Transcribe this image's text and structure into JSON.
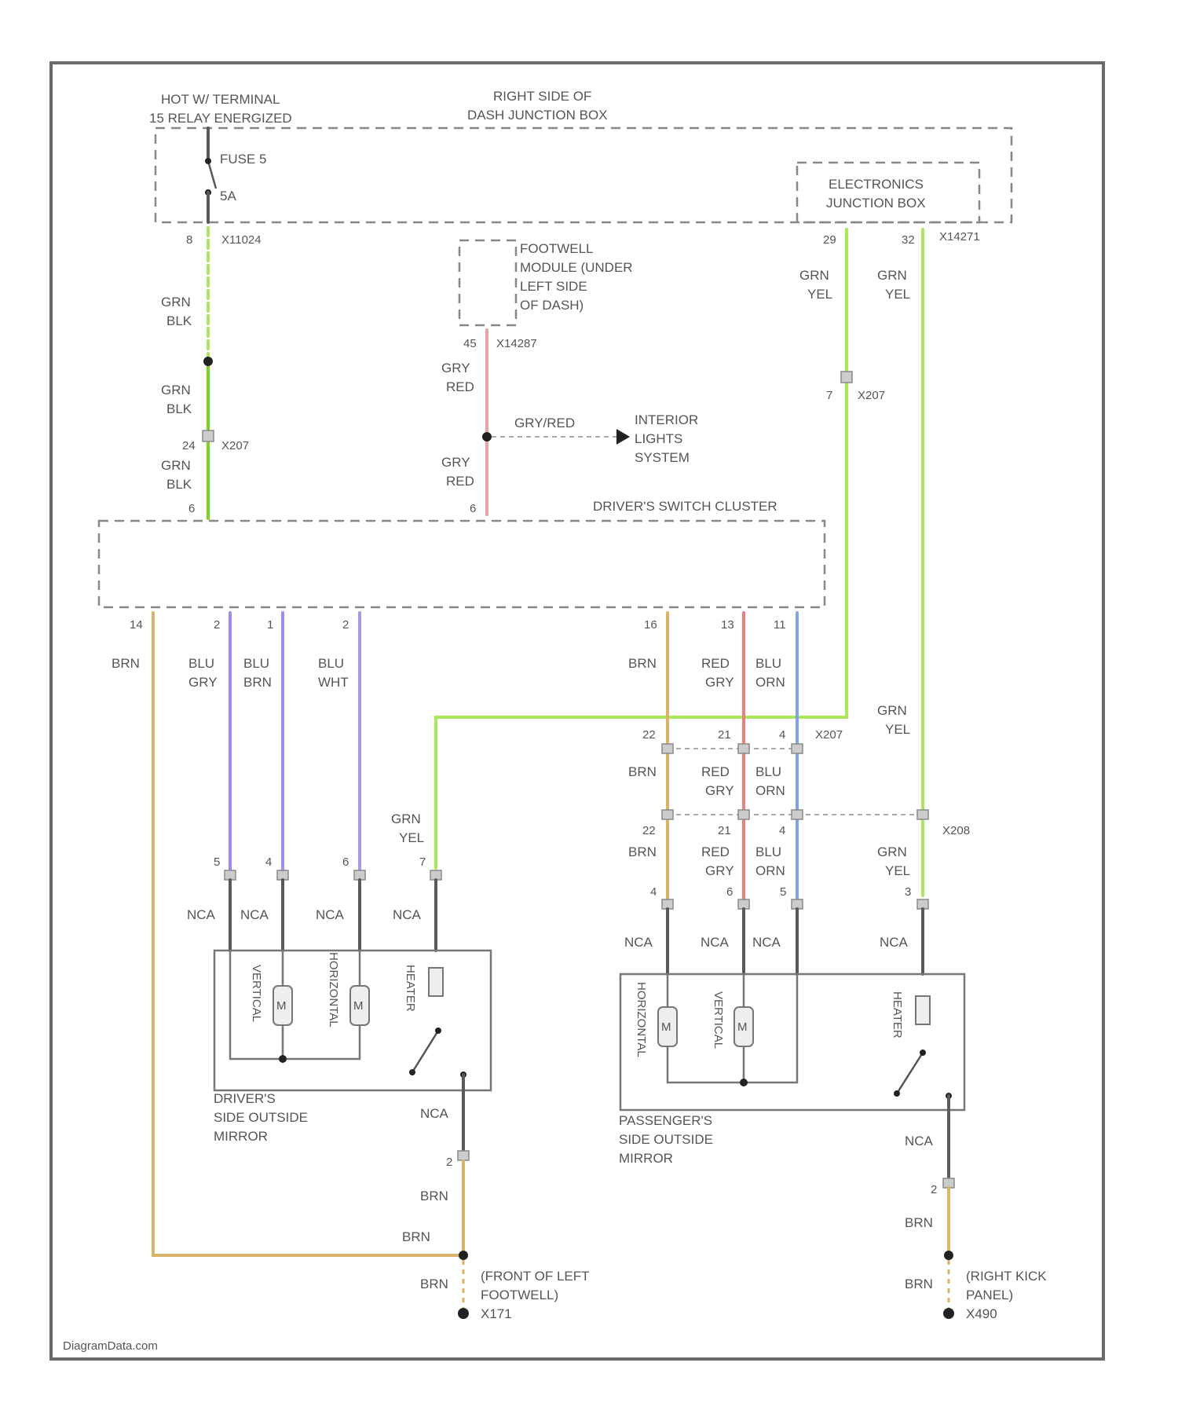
{
  "colors": {
    "GRN_BLK": "#7ed321",
    "GRN_YEL": "#a8e85a",
    "GRY_RED": "#e8a3a3",
    "BRN": "#d9b56a",
    "BLU_GRY": "#9b8df0",
    "BLU_BRN": "#a08ee8",
    "BLU_WHT": "#a59ae8",
    "RED_GRY": "#ef7f7f",
    "BLU_ORN": "#7fa1ee",
    "NCA": "#5a5a5a"
  },
  "labels": {
    "hot_in_1": "HOT W/ TERMINAL",
    "hot_in_2": "15 RELAY ENERGIZED",
    "rsd_1": "RIGHT SIDE OF",
    "rsd_2": "DASH JUNCTION BOX",
    "fuse": "FUSE 5",
    "amp": "5A",
    "ejb_1": "ELECTRONICS",
    "ejb_2": "JUNCTION BOX",
    "fw_1": "FOOTWELL",
    "fw_2": "MODULE (UNDER",
    "fw_3": "LEFT SIDE",
    "fw_4": "OF DASH)",
    "interior_1": "INTERIOR",
    "interior_2": "LIGHTS",
    "interior_3": "SYSTEM",
    "dsc": "DRIVER'S SWITCH CLUSTER",
    "drv_mirror_1": "DRIVER'S",
    "drv_mirror_2": "SIDE OUTSIDE",
    "drv_mirror_3": "MIRROR",
    "pass_mirror_1": "PASSENGER'S",
    "pass_mirror_2": "SIDE OUTSIDE",
    "pass_mirror_3": "MIRROR",
    "gnd_l_1": "(FRONT OF LEFT",
    "gnd_l_2": "FOOTWELL)",
    "gnd_l_3": "X171",
    "gnd_r_1": "(RIGHT KICK",
    "gnd_r_2": "PANEL)",
    "gnd_r_3": "X490",
    "motor_vertical": "VERTICAL",
    "motor_horizontal": "HORIZONTAL",
    "heater": "HEATER",
    "watermark": "DiagramData.com"
  },
  "wires": {
    "grn": "GRN",
    "blk": "BLK",
    "yel": "YEL",
    "gry": "GRY",
    "red": "RED",
    "brn": "BRN",
    "blu": "BLU",
    "wht": "WHT",
    "orn": "ORN",
    "nca": "NCA",
    "gry_red_branch": "GRY/RED"
  },
  "connectors": {
    "x11024": "X11024",
    "x14271": "X14271",
    "x14287": "X14287",
    "x207": "X207",
    "x208": "X208"
  },
  "pins": {
    "p8": "8",
    "p29": "29",
    "p32": "32",
    "p45": "45",
    "p24": "24",
    "p6a": "6",
    "p6b": "6",
    "p7": "7",
    "p14": "14",
    "p2a": "2",
    "p1": "1",
    "p2b": "2",
    "p16": "16",
    "p13": "13",
    "p11": "11",
    "p22a": "22",
    "p21a": "21",
    "p4a": "4",
    "p22b": "22",
    "p21b": "21",
    "p4b": "4",
    "m5a": "5",
    "m4a": "4",
    "m6a": "6",
    "m7a": "7",
    "m4b": "4",
    "m6b": "6",
    "m5b": "5",
    "m3b": "3",
    "g2a": "2",
    "g2b": "2"
  }
}
